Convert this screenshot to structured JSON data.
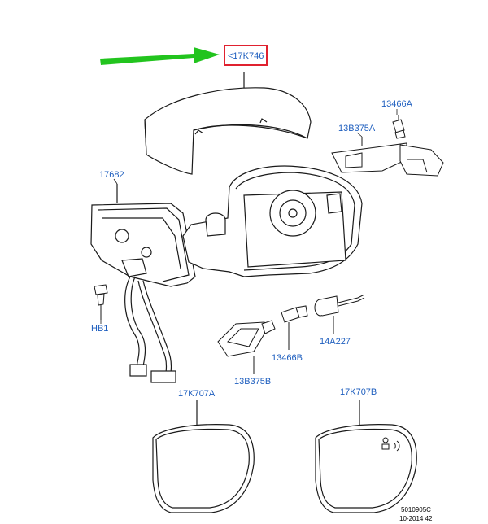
{
  "colors": {
    "label": "#1f5fbf",
    "highlight": "#e0212f",
    "arrow": "#22c41e",
    "linework": "#1a1a1a"
  },
  "labels": {
    "mirror_cap": "<17K746",
    "bulb_top": "13466A",
    "turn_indicator_top": "13B375A",
    "housing": "17682",
    "bolt": "HB1",
    "puddle_lamp": "13B375B",
    "bulb_bottom": "13466B",
    "bulb_holder": "14A227",
    "glass_left": "17K707A",
    "glass_right": "17K707B"
  },
  "footer": {
    "ref_number": "5010905C",
    "date_code": "10-2014 42"
  }
}
